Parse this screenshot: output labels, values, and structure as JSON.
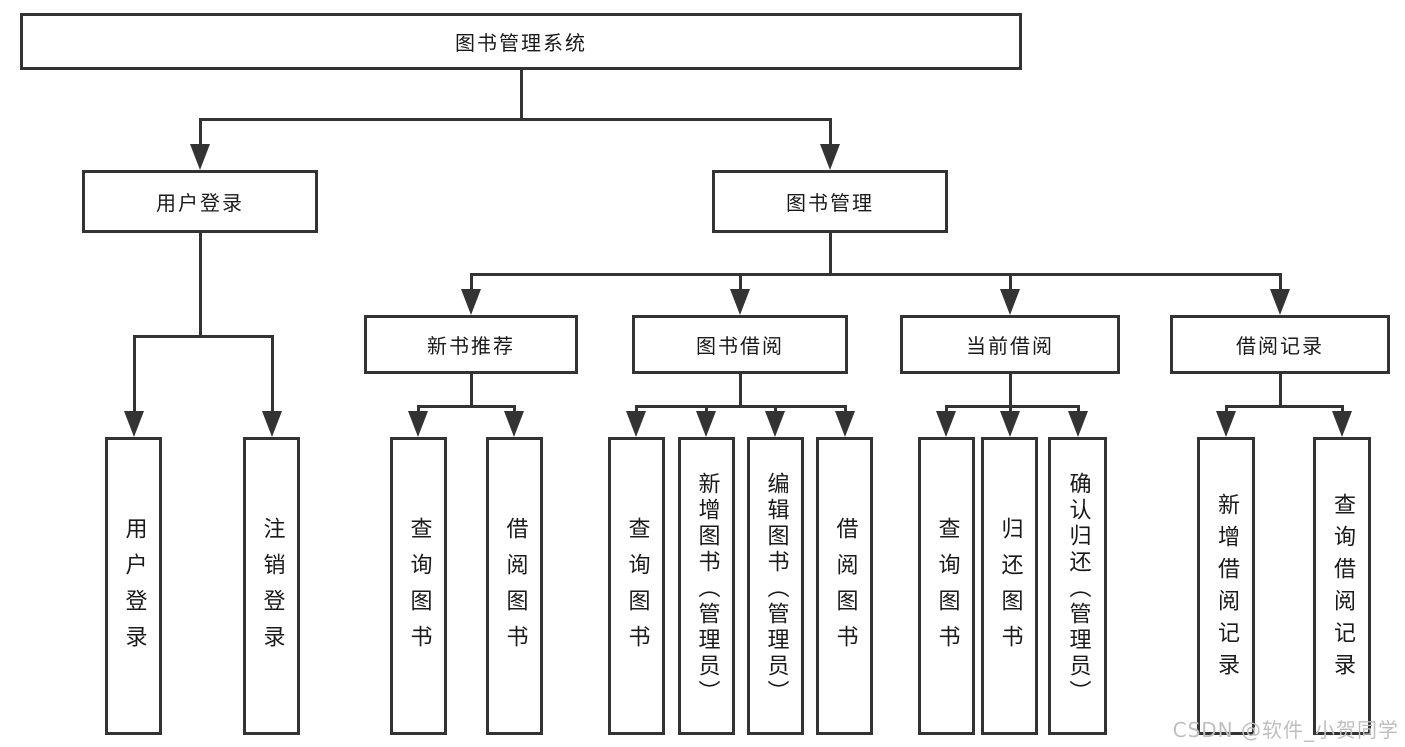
{
  "tree": {
    "root": {
      "label": "图书管理系统"
    },
    "children": [
      {
        "label": "用户登录",
        "children": [
          {
            "label": "用户登录"
          },
          {
            "label": "注销登录"
          }
        ]
      },
      {
        "label": "图书管理",
        "children": [
          {
            "label": "新书推荐",
            "children": [
              {
                "label": "查询图书"
              },
              {
                "label": "借阅图书"
              }
            ]
          },
          {
            "label": "图书借阅",
            "children": [
              {
                "label": "查询图书"
              },
              {
                "label": "新增图书（管理员）"
              },
              {
                "label": "编辑图书（管理员）"
              },
              {
                "label": "借阅图书"
              }
            ]
          },
          {
            "label": "当前借阅",
            "children": [
              {
                "label": "查询图书"
              },
              {
                "label": "归还图书"
              },
              {
                "label": "确认归还（管理员）"
              }
            ]
          },
          {
            "label": "借阅记录",
            "children": [
              {
                "label": "新增借阅记录"
              },
              {
                "label": "查询借阅记录"
              }
            ]
          }
        ]
      }
    ]
  },
  "watermark": {
    "text": "CSDN @软件_小贺同学"
  },
  "colors": {
    "line": "#333333",
    "text": "#1a1a1a",
    "background": "#ffffff",
    "watermark": "#bfbfbf"
  }
}
